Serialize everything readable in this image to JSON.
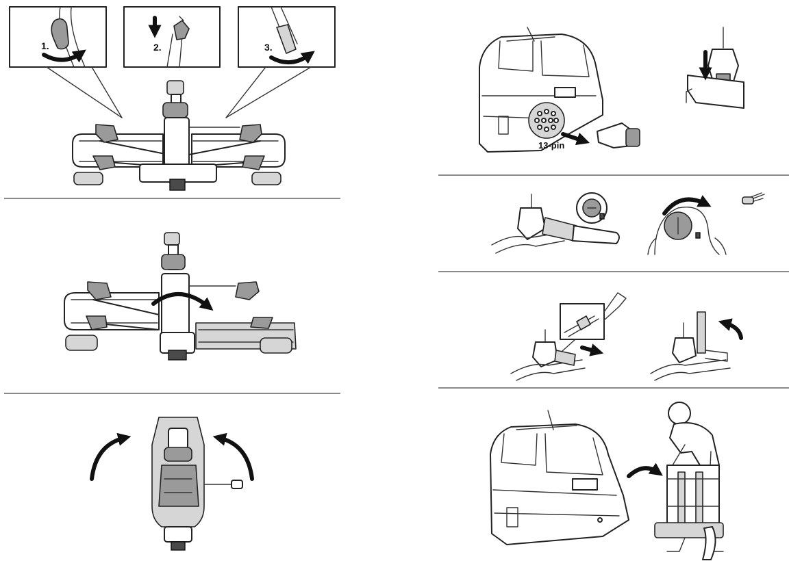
{
  "steps": {
    "step1": "1.",
    "step2": "2.",
    "step3": "3."
  },
  "connector_label": "13-pin",
  "colors": {
    "line": "#222222",
    "separator": "#8a8a8a",
    "shade_light": "#d6d6d6",
    "shade_mid": "#9a9a9a"
  }
}
